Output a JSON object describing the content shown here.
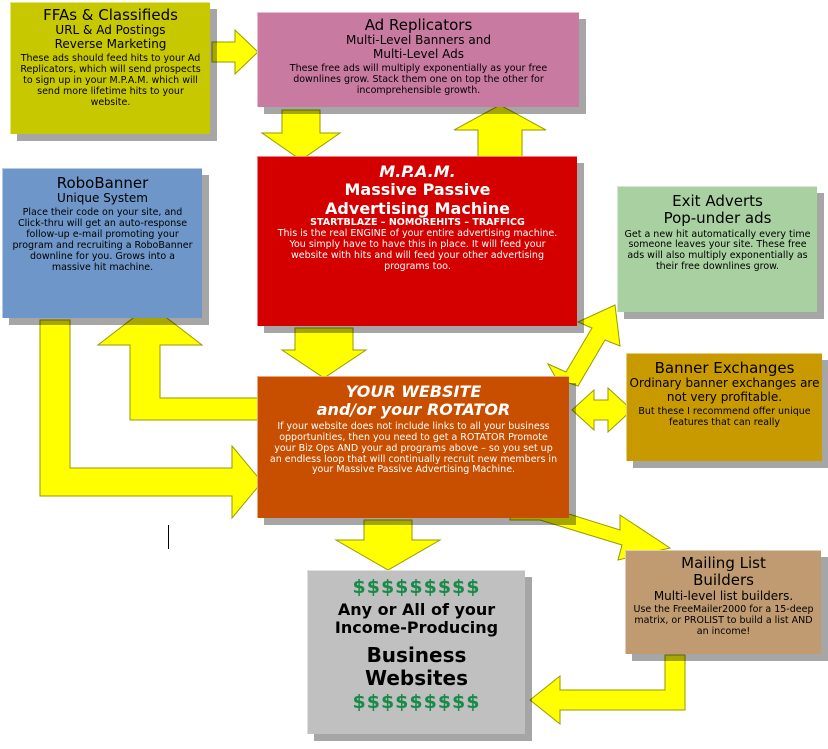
{
  "boxes": {
    "ffa": {
      "title": "FFAs & Classifieds",
      "subtitle1": "URL & Ad Postings",
      "subtitle2": "Reverse Marketing",
      "body": "These ads should feed hits to your Ad Replicators, which will send prospects to sign up in your M.P.A.M. which will send more lifetime hits to your website."
    },
    "adreplicators": {
      "title": "Ad Replicators",
      "subtitle1": "Multi-Level Banners and",
      "subtitle2": "Multi-Level Ads",
      "body": "These free ads will multiply exponentially as your free downlines grow. Stack them one on top the other for incomprehensible growth."
    },
    "robobanner": {
      "title": "RoboBanner",
      "subtitle": "Unique System",
      "body": "Place their code on your site, and Click-thru will get an auto-response follow-up e-mail promoting your program and recruiting a RoboBanner downline for you. Grows into a massive hit machine."
    },
    "mpam": {
      "acronym": "M.P.A.M.",
      "title1": "Massive Passive",
      "title2": "Advertising Machine",
      "programs": "STARTBLAZE – NOMOREHITS – TRAFFICG",
      "body": "This is the real ENGINE of your entire advertising machine. You simply have to have this in place. It will feed your website with hits and will feed your other advertising programs too."
    },
    "exitadverts": {
      "title": "Exit Adverts",
      "subtitle": "Pop-under ads",
      "body": "Get a new hit automatically every time someone leaves your site. These free ads will also multiply exponentially as their free downlines grow."
    },
    "website": {
      "title1": "YOUR WEBSITE",
      "title2": "and/or your ROTATOR",
      "body": "If your website does not include links to all your business opportunities, then you need to get a ROTATOR Promote your Biz Ops AND your ad programs above – so you set up an endless loop that will continually recruit new members in your Massive Passive Advertising Machine."
    },
    "bannerexchanges": {
      "title": "Banner Exchanges",
      "subtitle": "Ordinary banner exchanges are not very profitable.",
      "body": "But these I recommend offer unique features that can really"
    },
    "mailinglist": {
      "title1": "Mailing List",
      "title2": "Builders",
      "subtitle": "Multi-level list builders.",
      "body": "Use the FreeMailer2000 for a 15-deep matrix, or PROLIST to build a list AND an income!"
    },
    "business": {
      "dollars": "$$$$$$$$$",
      "line1": "Any or All of your",
      "line2": "Income-Producing",
      "line3": "Business",
      "line4": "Websites"
    }
  },
  "colors": {
    "arrow": "#ffff00",
    "ffa": "#c8c800",
    "adreplicators": "#c87aa0",
    "robobanner": "#6e96c8",
    "mpam": "#d40000",
    "exitadverts": "#a8d0a0",
    "website": "#c84e00",
    "bannerexchanges": "#c89a00",
    "mailinglist": "#c09a70",
    "business": "#c0c0c0",
    "dollar": "#1a8a4a"
  }
}
